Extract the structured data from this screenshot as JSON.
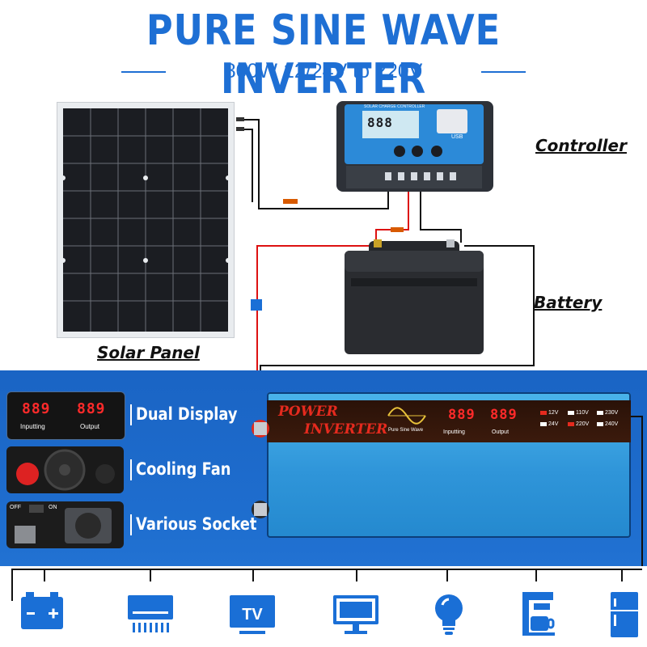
{
  "header": {
    "title": "PURE SINE WAVE INVERTER",
    "subtitle": "800W 12/24V to 220V"
  },
  "labels": {
    "solar_panel": "Solar Panel",
    "controller": "Controller",
    "battery": "Battery"
  },
  "controller": {
    "top_text": "SOLAR CHARGE CONTROLLER",
    "lcd_value": "888",
    "usb_label": "USB"
  },
  "features": [
    {
      "label": "Dual Display"
    },
    {
      "label": "Cooling Fan"
    },
    {
      "label": "Various Socket"
    }
  ],
  "display_thumb": {
    "left_value": "889",
    "right_value": "889",
    "left_caption": "Inputting",
    "right_caption": "Output"
  },
  "socket_thumb": {
    "off": "OFF",
    "on": "ON"
  },
  "inverter": {
    "brand_line1": "POWER",
    "brand_line2": "INVERTER",
    "wave_caption": "Pure Sine Wave",
    "left_value": "889",
    "right_value": "889",
    "left_caption": "Inputting",
    "right_caption": "Output",
    "voltages": [
      {
        "label": "12V",
        "on": true
      },
      {
        "label": "110V",
        "on": false
      },
      {
        "label": "230V",
        "on": false
      },
      {
        "label": "24V",
        "on": false
      },
      {
        "label": "220V",
        "on": true
      },
      {
        "label": "240V",
        "on": false
      }
    ]
  },
  "appliance_icons": [
    {
      "icon": "battery-icon"
    },
    {
      "icon": "air-conditioner-icon"
    },
    {
      "icon": "tv-icon",
      "label": "TV"
    },
    {
      "icon": "monitor-icon"
    },
    {
      "icon": "light-bulb-icon"
    },
    {
      "icon": "coffee-maker-icon"
    },
    {
      "icon": "refrigerator-icon"
    }
  ],
  "colors": {
    "title_blue": "#1e6fd4",
    "band_blue": "#1f6fd0",
    "led_red": "#ff2a2a",
    "icon_blue": "#1a6fd6",
    "inverter_blue": "#2f95d9"
  }
}
